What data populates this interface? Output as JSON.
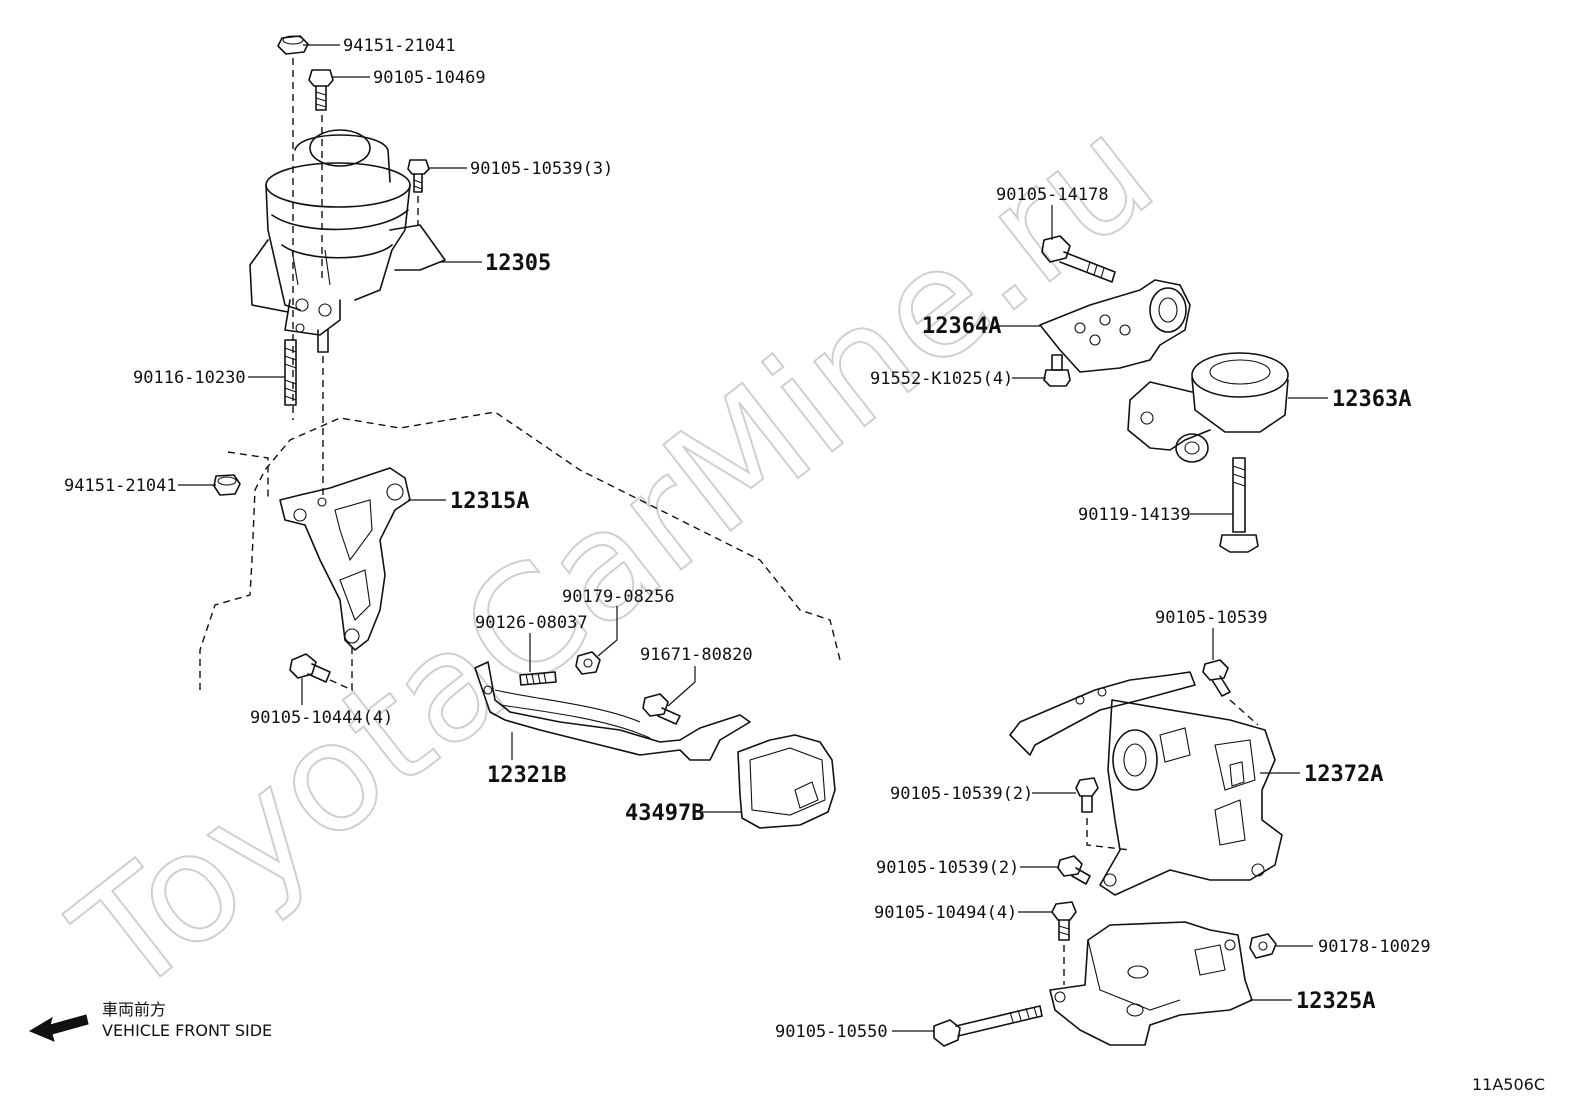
{
  "watermark": "ToyotaCarMine.ru",
  "diagram_code": "11A506C",
  "orientation": {
    "label_jp": "車両前方",
    "label_en": "VEHICLE FRONT SIDE"
  },
  "callouts": {
    "p94151_top": "94151-21041",
    "p90105_10469": "90105-10469",
    "p90105_10539_3": "90105-10539(3)",
    "p12305": "12305",
    "p90116": "90116-10230",
    "p94151_left": "94151-21041",
    "p12315A": "12315A",
    "p90105_10444": "90105-10444(4)",
    "p90179": "90179-08256",
    "p90126": "90126-08037",
    "p91671": "91671-80820",
    "p12321B": "12321B",
    "p43497B": "43497B",
    "p90105_14178": "90105-14178",
    "p12364A": "12364A",
    "p91552": "91552-K1025(4)",
    "p12363A": "12363A",
    "p90119": "90119-14139",
    "p90105_10539_r": "90105-10539",
    "p12372A": "12372A",
    "p90105_10539_2a": "90105-10539(2)",
    "p90105_10539_2b": "90105-10539(2)",
    "p90105_10494": "90105-10494(4)",
    "p90178": "90178-10029",
    "p12325A": "12325A",
    "p90105_10550": "90105-10550"
  }
}
